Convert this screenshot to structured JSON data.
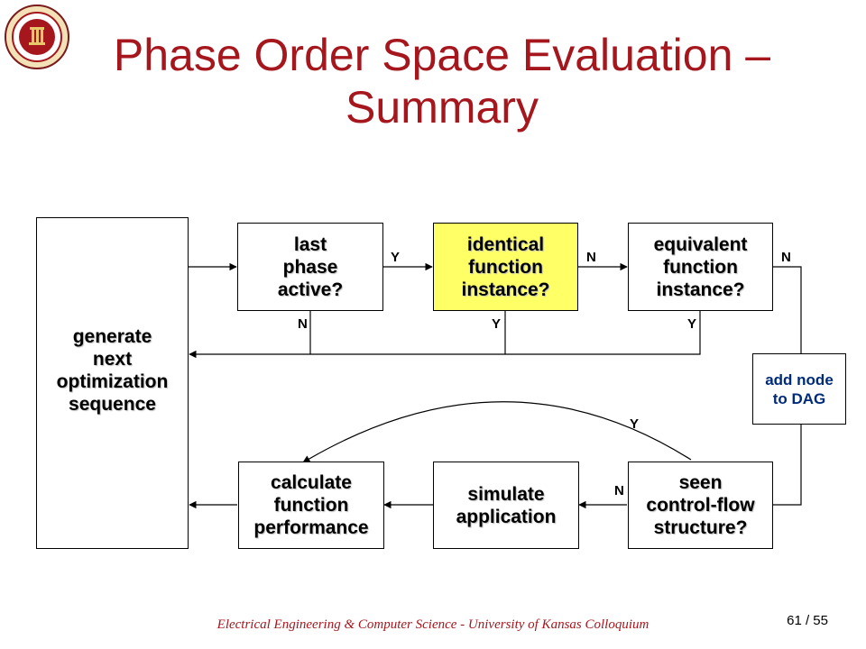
{
  "slide": {
    "title_line1": "Phase Order Space Evaluation –",
    "title_line2": "Summary"
  },
  "diagram": {
    "nodes": {
      "generate": "generate\nnext\noptimization\nsequence",
      "last_phase": "last\nphase\nactive?",
      "identical": "identical\nfunction\ninstance?",
      "equivalent": "equivalent\nfunction\ninstance?",
      "add_node": "add node\nto DAG",
      "seen": "seen\ncontrol-flow\nstructure?",
      "simulate": "simulate\napplication",
      "calculate": "calculate\nfunction\nperformance"
    },
    "edge_labels": {
      "last_phase_yes": "Y",
      "last_phase_no": "N",
      "identical_no": "N",
      "identical_yes": "Y",
      "equivalent_no": "N",
      "equivalent_yes": "Y",
      "seen_yes": "Y",
      "seen_no": "N"
    },
    "colors": {
      "highlight": "#ffff66",
      "title": "#a5161d",
      "add_node_text": "#002a7a"
    }
  },
  "footer": {
    "text": "Electrical Engineering & Computer Science - University of Kansas Colloquium",
    "page": "61 / 55"
  }
}
